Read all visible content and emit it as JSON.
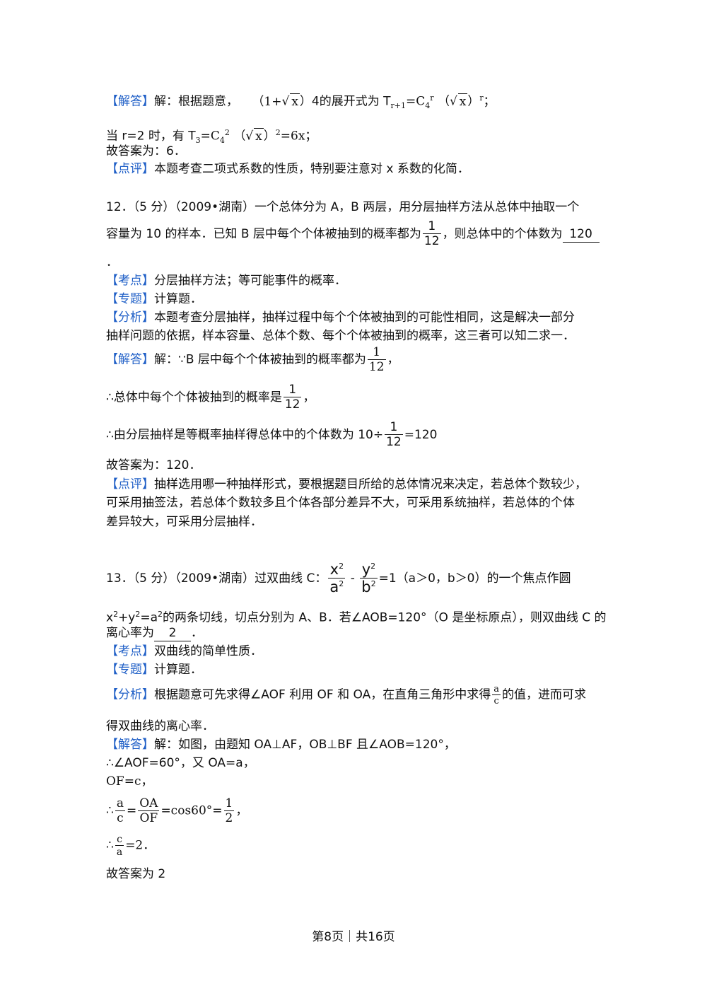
{
  "tags": {
    "jieda": "【解答】",
    "dianping": "【点评】",
    "kaodian": "【考点】",
    "zhuanti": "【专题】",
    "fenxi": "【分析】"
  },
  "q11": {
    "l1": {
      "a": "解：根据题意，",
      "b": "（1+",
      "x": "x",
      "c": "）",
      "d": "4的展开式为 T",
      "sub1": "r+1",
      "e": "=C",
      "sub2": "4",
      "sup1": "r",
      "f": "（",
      "g": "）",
      "sup2": "r",
      "h": "；"
    },
    "l2": {
      "a": "当 r=2 时，有 T",
      "sub1": "3",
      "b": "=C",
      "sub2": "4",
      "sup1": "2",
      "c": "（",
      "x": "x",
      "d": "）",
      "sup2": "2",
      "e": "=6x；"
    },
    "l3": "故答案为：6．",
    "l4": "本题考查二项式系数的性质，特别要注意对 x 系数的化简．"
  },
  "q12": {
    "l1": "12．（5 分）（2009•湖南）一个总体分为 A，B 两层，用分层抽样方法从总体中抽取一个",
    "l2a": "容量为 10 的样本．已知 B 层中每个个体被抽到的概率都为",
    "l2b": "，则总体中的个体数为",
    "answer": "120",
    "l3": "．",
    "kaodian": "分层抽样方法；等可能事件的概率．",
    "zhuanti": "计算题．",
    "fenxi1": "本题考查分层抽样，抽样过程中每个个体被抽到的可能性相同，这是解决一部分",
    "fenxi2": "抽样问题的依据，样本容量、总体个数、每个个体被抽到的概率，这三者可以知二求一．",
    "jd1": "解：∵B 层中每个个体被抽到的概率都为",
    "jd1e": "，",
    "jd2": "∴总体中每个个体被抽到的概率是",
    "jd2e": "，",
    "jd3": "∴由分层抽样是等概率抽样得总体中的个体数为 10÷",
    "jd3e": "=120",
    "ans": "故答案为：120．",
    "dp1": "抽样选用哪一种抽样形式，要根据题目所给的总体情况来决定，若总体个数较少，",
    "dp2": "可采用抽签法，若总体个数较多且个体各部分差异不大，可采用系统抽样，若总体的个体",
    "dp3": "差异较大，可采用分层抽样．",
    "frac_num": "1",
    "frac_den": "12"
  },
  "q13": {
    "l1a": "13．（5 分）（2009•湖南）过双曲线 C：",
    "x2": "x",
    "a2": "a",
    "minus": " - ",
    "y2": "y",
    "b2": "b",
    "sq": "2",
    "l1b": "=1（a＞0，b＞0）的一个焦点作圆",
    "l2a": "x",
    "l2b": "+y",
    "l2c": "=a",
    "l2d": "的两条切线，切点分别为 A、B．若∠AOB=120°（O 是坐标原点），则双曲线 C 的",
    "l3a": "离心率为",
    "answer": "2",
    "l3b": "．",
    "kaodian": "双曲线的简单性质．",
    "zhuanti": "计算题．",
    "fenxi1a": "根据题意可先求得∠AOF 利用 OF 和 OA，在直角三角形中求得",
    "fenxi1b": "的值，进而可求",
    "fenxi2": "得双曲线的离心率．",
    "jd1": "解：如图，由题知 OA⊥AF，OB⊥BF 且∠AOB=120°，",
    "jd2": "∴∠AOF=60°，又 OA=a，",
    "jd3": "OF=c，",
    "jd4a": "∴",
    "jd4b": "=",
    "jd4c": "=cos60°=",
    "jd4d": "，",
    "jd5a": "∴",
    "jd5b": "=2．",
    "ans": "故答案为 2",
    "a": "a",
    "c": "c",
    "OA": "OA",
    "OF": "OF",
    "one": "1",
    "two": "2"
  },
  "footer": "第8页｜共16页"
}
